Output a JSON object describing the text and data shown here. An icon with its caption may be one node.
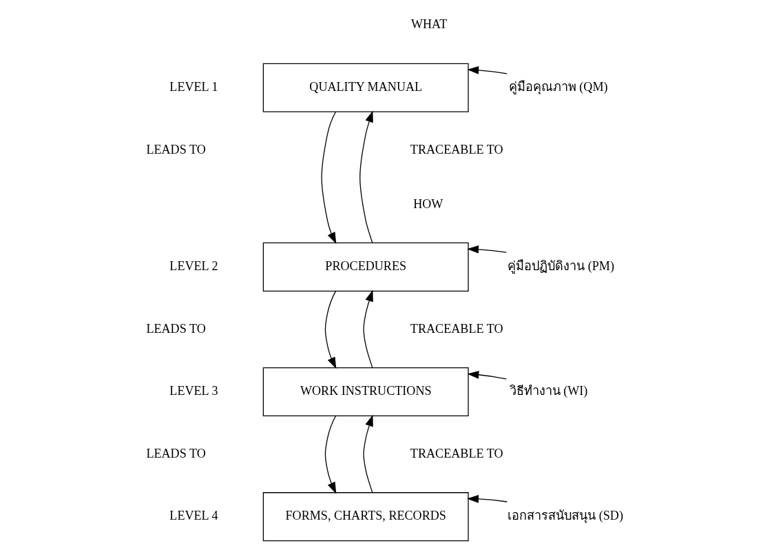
{
  "diagram": {
    "nodes": [
      {
        "text": [
          "QUALITY MANUAL"
        ]
      },
      {
        "text": [
          "PROCEDURES"
        ]
      },
      {
        "text": [
          "WORK INSTRUCTIONS"
        ]
      },
      {
        "text": [
          "FORMS, CHARTS, RECORDS"
        ]
      },
      {
        "text": [
          "คู่มือคุณภาพ (QM)"
        ]
      },
      {
        "text": [
          "คู่มือปฏิบัดิงาน (PM)"
        ]
      },
      {
        "text": [
          "วิธีทำงาน (WI)"
        ]
      },
      {
        "text": [
          "เอกสารสนับสนุน (SD)"
        ]
      }
    ],
    "edges": [
      {
        "from": 0,
        "to": 1,
        "arrow": "to"
      },
      {
        "from": 1,
        "to": 0,
        "arrow": "to"
      },
      {
        "from": 1,
        "to": 2,
        "arrow": "to"
      },
      {
        "from": 2,
        "to": 1,
        "arrow": "to"
      },
      {
        "from": 2,
        "to": 3,
        "arrow": "to"
      },
      {
        "from": 3,
        "to": 2,
        "arrow": "to"
      },
      {
        "from": 4,
        "to": 0,
        "arrow": "to"
      },
      {
        "from": 5,
        "to": 1,
        "arrow": "to"
      },
      {
        "from": 6,
        "to": 2,
        "arrow": "to"
      },
      {
        "from": 7,
        "to": 3,
        "arrow": "to"
      }
    ],
    "labels": [
      "WHAT",
      "LEVEL 1",
      "LEADS TO",
      "TRACEABLE TO",
      "HOW",
      "LEVEL 2",
      "LEADS TO",
      "TRACEABLE TO",
      "LEVEL 3",
      "LEADS TO",
      "TRACEABLE TO",
      "LEVEL 4"
    ]
  }
}
